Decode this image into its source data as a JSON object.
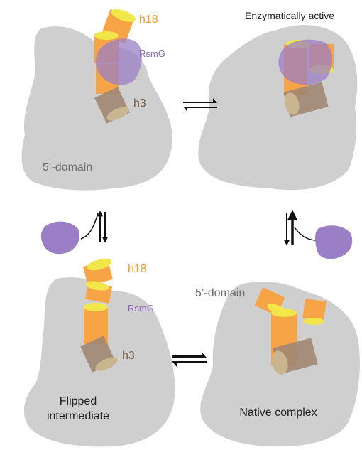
{
  "colors": {
    "domain": "#cfcfd0",
    "helix": "#f7a446",
    "helix_cap": "#f1e64a",
    "h3_helix": "#a08772",
    "h3_cap": "#c9b58f",
    "rsmg": "#9b7fc6",
    "label_domain": "#6d6d70",
    "label_orange": "#f29a2e",
    "label_purple": "#8b67b8",
    "label_brown": "#7a5a3e",
    "label_dark": "#222222"
  },
  "panels": {
    "top_left": {
      "h18": "h18",
      "rsmg": "RsmG",
      "h3": "h3",
      "domain": "5’-domain"
    },
    "top_right": {
      "title": "Enzymatically active"
    },
    "bottom_left": {
      "h18": "h18",
      "rsmg": "RsmG",
      "h3": "h3",
      "caption_line1": "Flipped",
      "caption_line2": "intermediate"
    },
    "bottom_right": {
      "domain": "5’-domain",
      "caption": "Native complex"
    }
  }
}
